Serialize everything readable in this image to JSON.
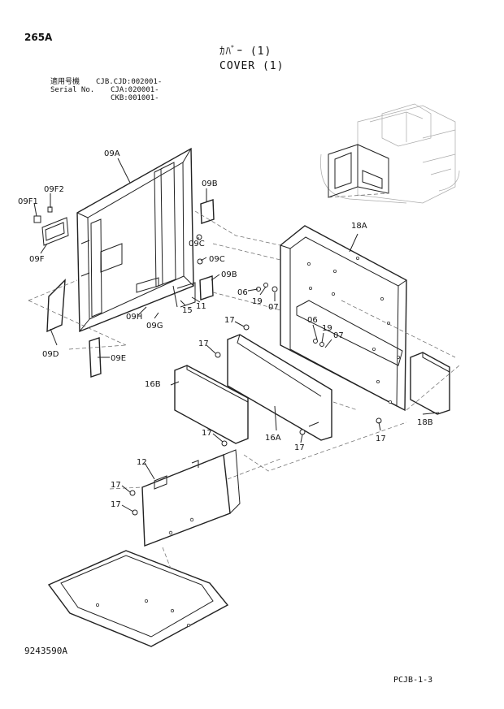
{
  "header": {
    "page_code": "265A",
    "title_jp": "ｶﾊﾞｰ (1)",
    "title_en": "COVER (1)",
    "serial_label_jp": "適用号機",
    "serial_label_en": "Serial No.",
    "serial_values": [
      "CJB.CJD:002001-",
      "CJA:020001-",
      "CKB:001001-"
    ]
  },
  "parts": [
    "09A",
    "09F2",
    "09F1",
    "09F",
    "09B",
    "09C",
    "09C",
    "09B",
    "06",
    "19",
    "07",
    "15",
    "11",
    "09H",
    "09G",
    "09D",
    "09E",
    "18A",
    "17",
    "17",
    "06",
    "19",
    "07",
    "16B",
    "16A",
    "17",
    "17",
    "18B",
    "17",
    "12",
    "17",
    "17"
  ],
  "footer": {
    "drawing_number": "9243590A",
    "page_ref": "PCJB-1-3"
  }
}
